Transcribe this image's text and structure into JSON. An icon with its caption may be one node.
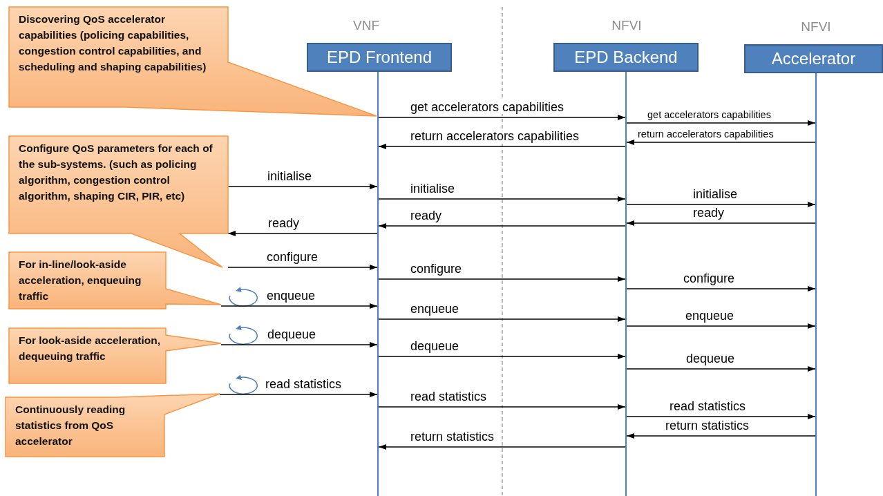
{
  "diagram": {
    "nodes": [
      {
        "text": [
          "EPD Frontend"
        ]
      },
      {
        "text": [
          "EPD Backend"
        ]
      },
      {
        "text": [
          "Accelerator"
        ]
      },
      {
        "text": [],
        "shape": "bar"
      },
      {
        "text": [],
        "shape": "bar"
      },
      {
        "text": [],
        "shape": "bar"
      },
      {
        "text": [
          "Discovering QoS accelerator capabilities (policing capabilities, congestion control capabilities, and scheduling and shaping capabilities)"
        ]
      },
      {
        "text": [
          "Configure QoS parameters for each of the sub-systems. (such as policing algorithm, congestion control algorithm, shaping CIR, PIR, etc)"
        ]
      },
      {
        "text": [
          "For in-line/look-aside acceleration, enqueuing traffic"
        ]
      },
      {
        "text": [
          "For look-aside acceleration, dequeuing traffic"
        ]
      },
      {
        "text": [
          "Continuously reading statistics from QoS accelerator"
        ]
      }
    ],
    "edges": [
      {
        "from": 3,
        "to": 4,
        "arrow": "to",
        "label": "get accelerators capabilities"
      },
      {
        "from": 4,
        "to": 5,
        "arrow": "to",
        "label": "get accelerators capabilities"
      },
      {
        "from": 5,
        "to": 4,
        "arrow": "to",
        "label": "return accelerators capabilities"
      },
      {
        "from": 4,
        "to": 3,
        "arrow": "to",
        "label": "return accelerators capabilities"
      },
      {
        "from": 7,
        "to": 3,
        "arrow": "to",
        "label": "initialise"
      },
      {
        "from": 3,
        "to": 4,
        "arrow": "to",
        "label": "initialise"
      },
      {
        "from": 4,
        "to": 5,
        "arrow": "to",
        "label": "initialise"
      },
      {
        "from": 5,
        "to": 4,
        "arrow": "to",
        "label": "ready"
      },
      {
        "from": 4,
        "to": 3,
        "arrow": "to",
        "label": "ready"
      },
      {
        "from": 3,
        "to": 7,
        "arrow": "to",
        "label": "ready"
      },
      {
        "from": 7,
        "to": 3,
        "arrow": "to",
        "label": "configure"
      },
      {
        "from": 3,
        "to": 4,
        "arrow": "to",
        "label": "configure"
      },
      {
        "from": 4,
        "to": 5,
        "arrow": "to",
        "label": "configure"
      },
      {
        "from": 8,
        "to": 3,
        "arrow": "to",
        "label": "enqueue"
      },
      {
        "from": 3,
        "to": 4,
        "arrow": "to",
        "label": "enqueue"
      },
      {
        "from": 4,
        "to": 5,
        "arrow": "to",
        "label": "enqueue"
      },
      {
        "from": 9,
        "to": 3,
        "arrow": "to",
        "label": "dequeue"
      },
      {
        "from": 3,
        "to": 4,
        "arrow": "to",
        "label": "dequeue"
      },
      {
        "from": 4,
        "to": 5,
        "arrow": "to",
        "label": "dequeue"
      },
      {
        "from": 10,
        "to": 3,
        "arrow": "to",
        "label": "read statistics"
      },
      {
        "from": 3,
        "to": 4,
        "arrow": "to",
        "label": "read statistics"
      },
      {
        "from": 4,
        "to": 5,
        "arrow": "to",
        "label": "read statistics"
      },
      {
        "from": 5,
        "to": 4,
        "arrow": "to",
        "label": "return statistics"
      },
      {
        "from": 4,
        "to": 3,
        "arrow": "to",
        "label": "return statistics"
      }
    ],
    "labels": [
      "VNF",
      "NFVI",
      "NFVI"
    ]
  }
}
